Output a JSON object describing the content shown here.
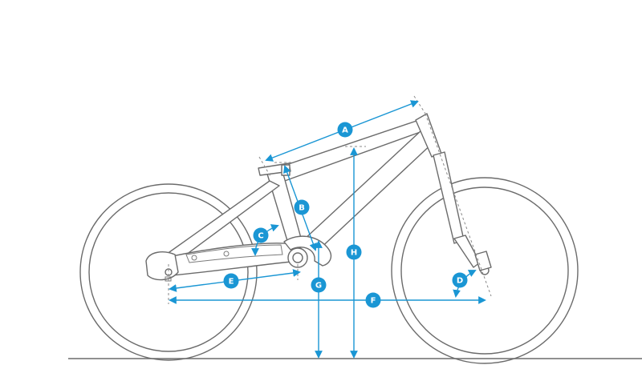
{
  "colors": {
    "accent": "#1a96d4",
    "line": "#6b6b6b",
    "background": "#ffffff"
  },
  "labels": {
    "A": "A",
    "B": "B",
    "C": "C",
    "D": "D",
    "E": "E",
    "F": "F",
    "G": "G",
    "H": "H"
  }
}
